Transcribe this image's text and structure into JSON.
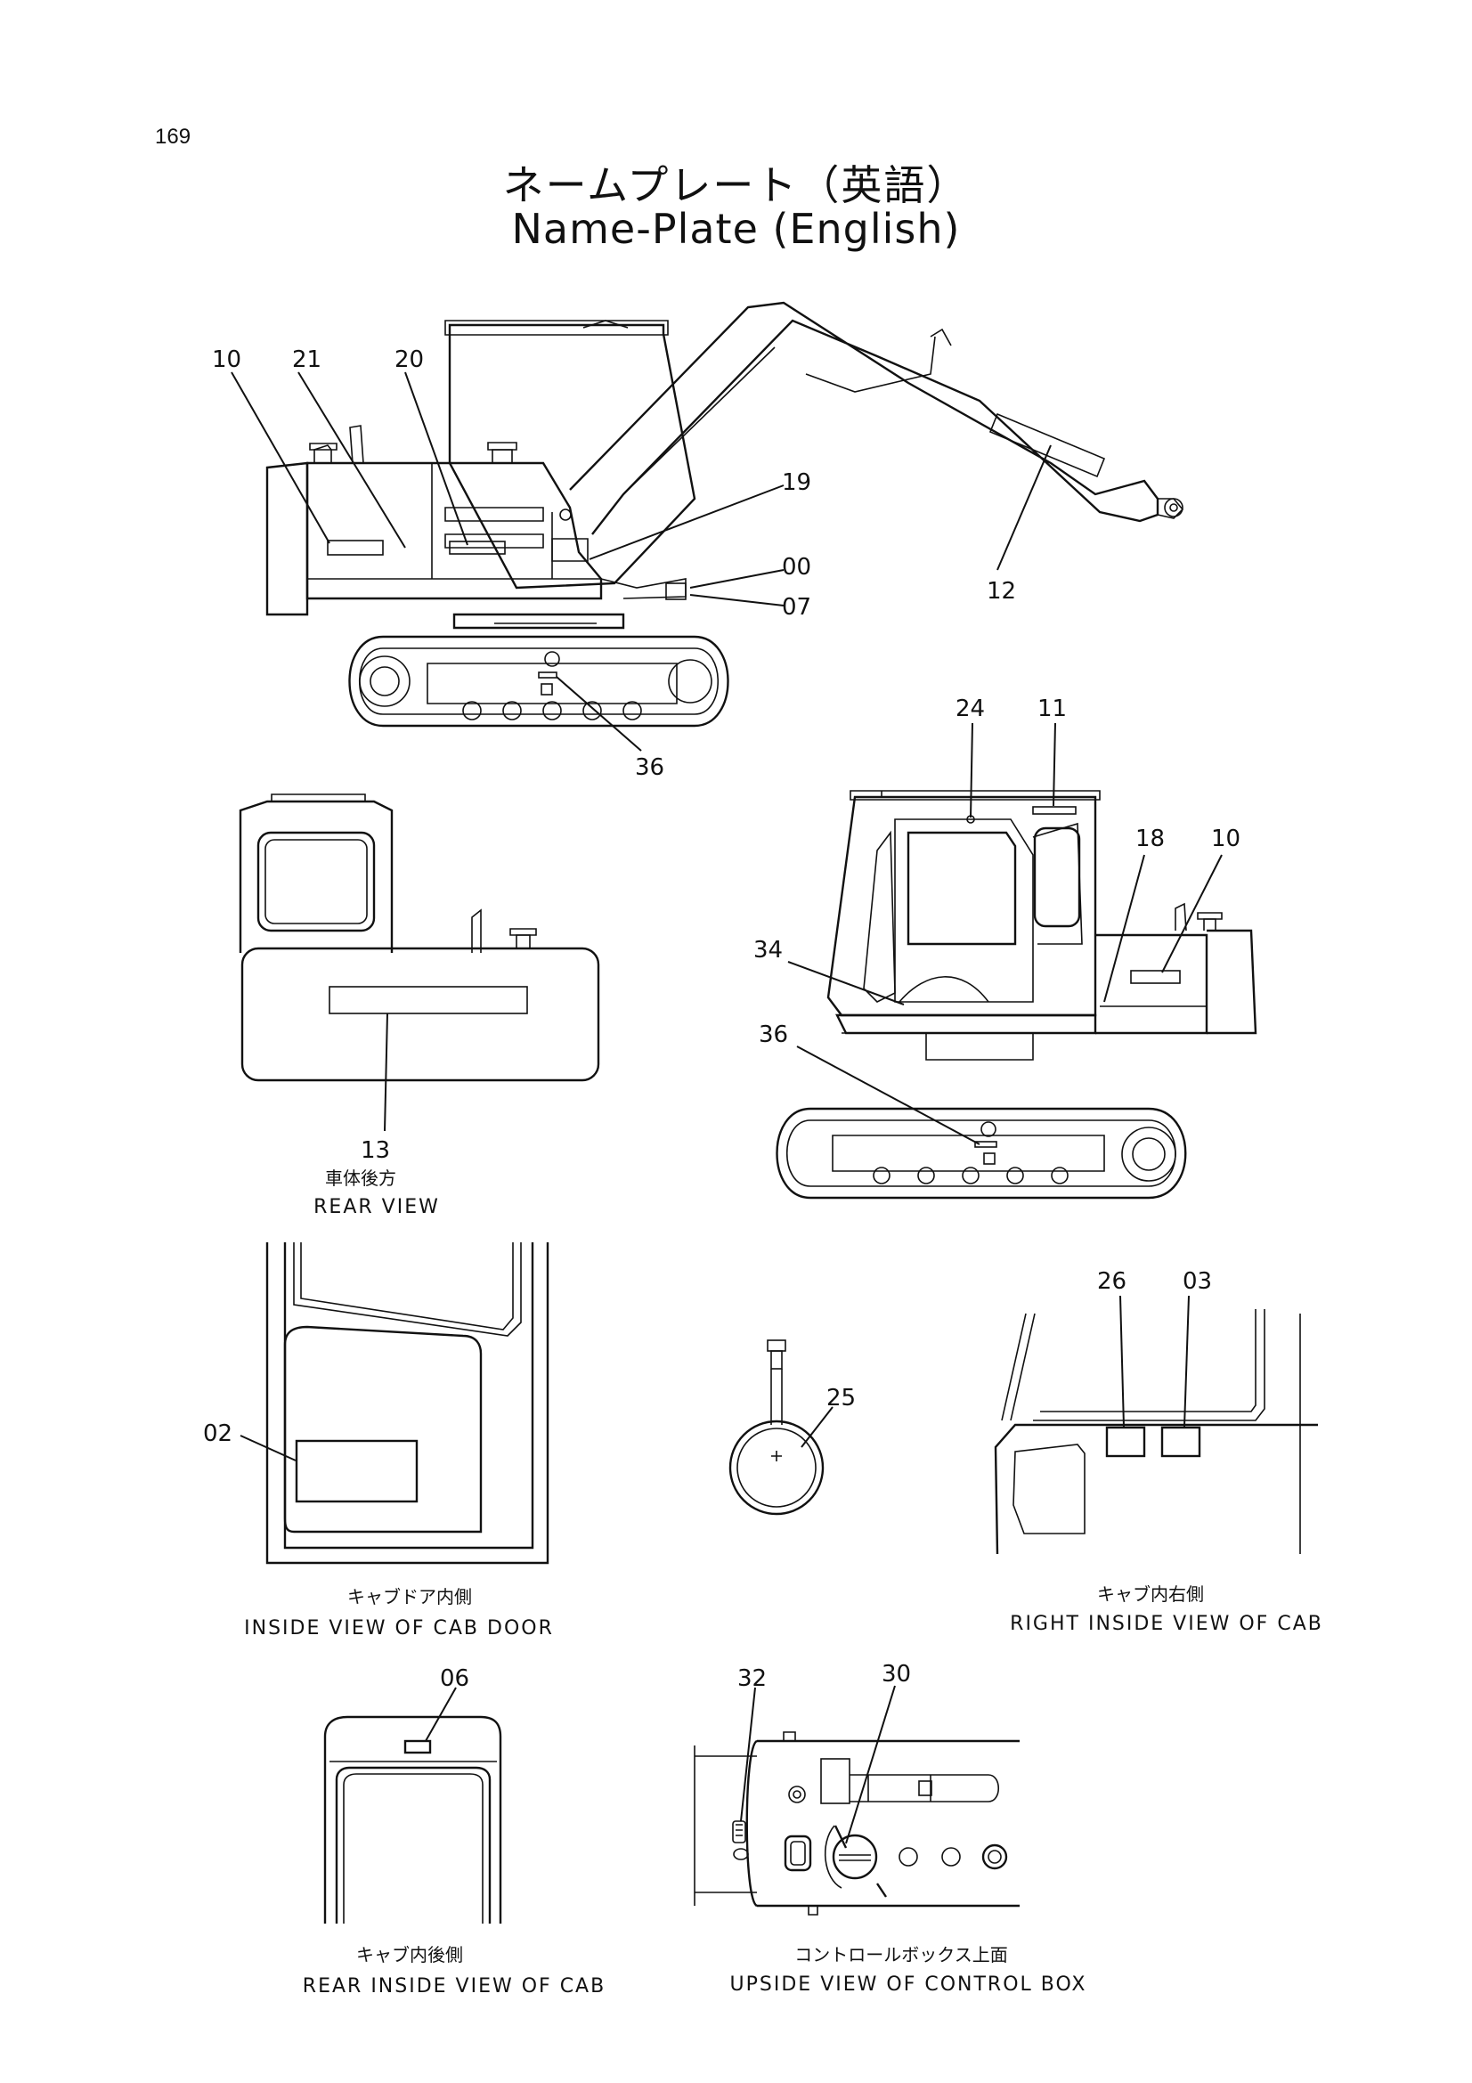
{
  "page_number": "169",
  "title_jp": "ネームプレート（英語）",
  "title_en": "Name-Plate (English)",
  "callouts": {
    "c10a": "10",
    "c21": "21",
    "c20": "20",
    "c19": "19",
    "c00": "00",
    "c07": "07",
    "c12": "12",
    "c36a": "36",
    "c24": "24",
    "c11": "11",
    "c18": "18",
    "c10b": "10",
    "c34": "34",
    "c36b": "36",
    "c13": "13",
    "c26": "26",
    "c03": "03",
    "c25": "25",
    "c02": "02",
    "c06": "06",
    "c32": "32",
    "c30": "30"
  },
  "captions": {
    "rear_view_jp": "車体後方",
    "rear_view_en": "REAR VIEW",
    "cab_door_jp": "キャブドア内側",
    "cab_door_en": "INSIDE VIEW OF CAB DOOR",
    "right_inside_jp": "キャブ内右側",
    "right_inside_en": "RIGHT INSIDE VIEW OF CAB",
    "rear_inside_jp": "キャブ内後側",
    "rear_inside_en": "REAR INSIDE VIEW OF CAB",
    "control_box_jp": "コントロールボックス上面",
    "control_box_en": "UPSIDE VIEW OF CONTROL BOX"
  }
}
